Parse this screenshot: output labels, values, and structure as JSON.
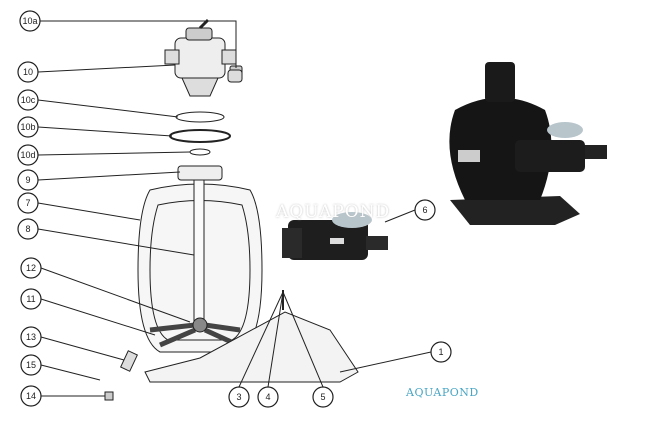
{
  "diagram": {
    "part_labels": [
      "10a",
      "10",
      "10c",
      "10b",
      "10d",
      "9",
      "7",
      "8",
      "12",
      "11",
      "13",
      "15",
      "14",
      "3",
      "4",
      "5",
      "1",
      "6"
    ],
    "watermark_top": "AQUAPOND",
    "watermark_bottom": "AQUAPOND"
  },
  "colors": {
    "line": "#222222",
    "product": "#1a1a1a",
    "watermark": "#4aa6c4"
  }
}
